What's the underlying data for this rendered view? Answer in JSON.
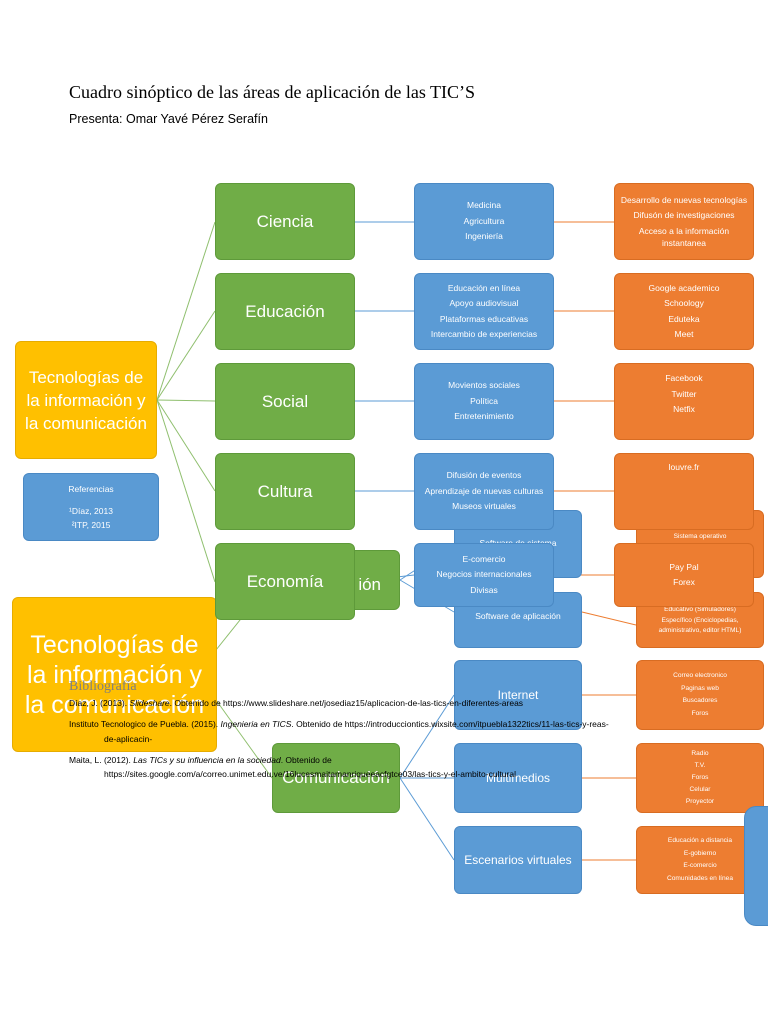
{
  "header": {
    "title": "Cuadro sinóptico de las áreas de aplicación de las TIC’S",
    "subtitle": "Presenta: Omar Yavé Pérez Serafín"
  },
  "root": {
    "label": "Tecnologías de la información y la comunicación"
  },
  "references": {
    "title": "Referencias",
    "line1": "¹Díaz, 2013",
    "line2": "²ITP, 2015"
  },
  "areas": [
    {
      "label": "Ciencia",
      "details": [
        "Medicina",
        "Agricultura",
        "Ingeniería"
      ],
      "examples": [
        "Desarrollo de nuevas tecnologías",
        "Difusón de investigaciones",
        "Acceso a la información instantanea"
      ]
    },
    {
      "label": "Educación",
      "details": [
        "Educación en línea",
        "Apoyo audiovisual",
        "Plataformas educativas",
        "Intercambio de experiencias"
      ],
      "examples": [
        "Google academico",
        "Schoology",
        "Eduteka",
        "Meet"
      ]
    },
    {
      "label": "Social",
      "details": [
        "Movientos sociales",
        "Política",
        "Entretenimiento"
      ],
      "examples": [
        "Facebook",
        "Twitter",
        "Netfix"
      ]
    },
    {
      "label": "Cultura",
      "details": [
        "Difusión de eventos",
        "Aprendizaje de nuevas culturas",
        "Museos virtuales"
      ],
      "examples": [
        "louvre.fr"
      ]
    },
    {
      "label": "Economía",
      "details": [
        "E-comercio",
        "Negocios internacionales",
        "Divisas"
      ],
      "examples": [
        "Pay Pal",
        "Forex"
      ]
    }
  ],
  "background_diagram": {
    "root": "Tecnologías de la información y la comunicación",
    "node_informacion_fragment": "ión",
    "node_comunicacion": "Comunicación",
    "software_sistema": "Software de sistema",
    "software_sistema_detail": "Sistema operativo",
    "software_aplicacion": "Software de aplicación",
    "software_aplicacion_detail": [
      "Educativo (Simuladores)",
      "Específico (Enciclopedias, administrativo, editor HTML)"
    ],
    "internet": "Internet",
    "internet_detail": [
      "Correo electronico",
      "Paginas web",
      "Buscadores",
      "Foros"
    ],
    "multimedios": "Multimedios",
    "multimedios_detail": [
      "Radio",
      "T.V.",
      "Foros",
      "Celular",
      "Proyector"
    ],
    "escenarios": "Escenarios virtuales",
    "escenarios_detail": [
      "Educación a distancia",
      "E-gobierno",
      "E-comercio",
      "Comunidades en línea"
    ]
  },
  "bibliography": {
    "title": "Bibliografía",
    "entries": [
      {
        "pre": "Díaz, J. (2013). ",
        "ital": "Slideshare",
        "post": ". Obtenido de https://www.slideshare.net/josediaz15/aplicacion-de-las-tics-en-diferentes-areas",
        "cont": ""
      },
      {
        "pre": "Instituto Tecnologico de Puebla. (2015). ",
        "ital": "Ingenieria en TICS",
        "post": ". Obtenido de https://introducciontics.wixsite.com/itpuebla1322tics/11-las-tics-y-reas-",
        "cont": "de-aplicacin-"
      },
      {
        "pre": "Maita, L. (2012). ",
        "ital": "Las TICs y su influencia en la sociedad",
        "post": ". Obtenido de",
        "cont": "https://sites.google.com/a/correo.unimet.edu.ve/16lucesmaitamanriqueeacfgtce03/las-tics-y-el-ambito-cultural"
      }
    ]
  },
  "colors": {
    "green": "#70ad47",
    "blue": "#5b9bd5",
    "orange": "#ed7d31",
    "yellow": "#ffc000"
  }
}
